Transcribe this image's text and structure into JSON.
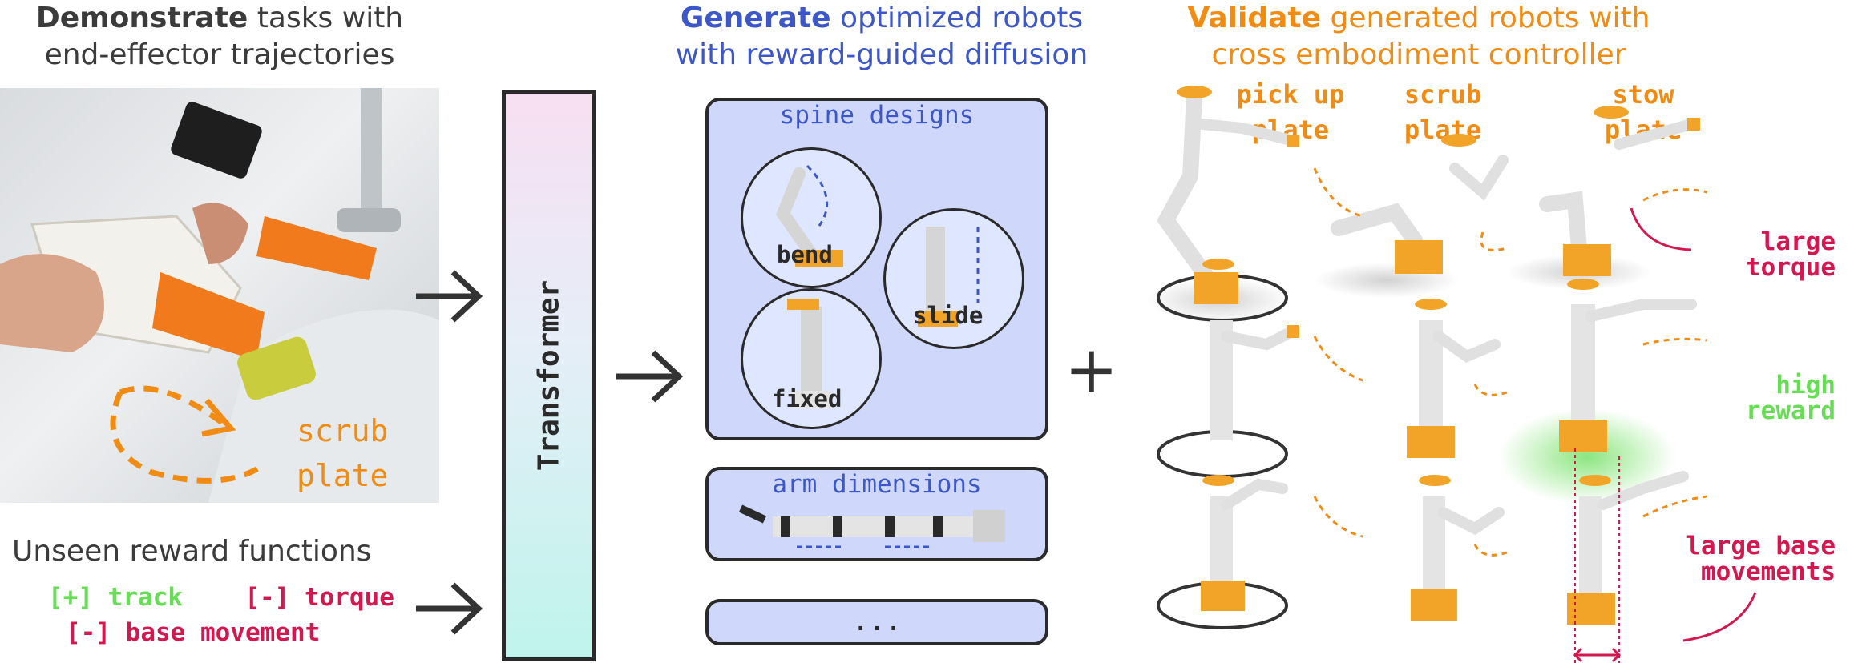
{
  "demonstrate": {
    "bold": "Demonstrate",
    "rest1": " tasks with",
    "line2": "end-effector trajectories"
  },
  "photo": {
    "label_line1": "scrub",
    "label_line2": "plate"
  },
  "unseen": {
    "title": "Unseen reward functions",
    "track": "[+] track",
    "torque": "[-] torque",
    "base": "[-] base movement"
  },
  "transformer": {
    "label": "Transformer"
  },
  "generate": {
    "bold": "Generate",
    "rest1": " optimized robots",
    "line2": "with reward-guided diffusion"
  },
  "spine": {
    "title": "spine designs",
    "bend": "bend",
    "slide": "slide",
    "fixed": "fixed"
  },
  "arm": {
    "title": "arm dimensions"
  },
  "more": {
    "label": "..."
  },
  "plus": {
    "label": "+"
  },
  "validate": {
    "bold": "Validate",
    "rest1": " generated robots with",
    "line2": "cross embodiment controller"
  },
  "tasks": {
    "pick_line1": "pick up",
    "pick_line2": "plate",
    "scrub_line1": "scrub",
    "scrub_line2": "plate",
    "stow_line1": "stow",
    "stow_line2": "plate"
  },
  "annotations": {
    "torque_line1": "large",
    "torque_line2": "torque",
    "reward_line1": "high",
    "reward_line2": "reward",
    "base_line1": "large base",
    "base_line2": "movements"
  },
  "colors": {
    "blue": "#3d57c8",
    "orange": "#f08c14",
    "green": "#66dd55",
    "crimson": "#d3174f",
    "panel": "#cfd8fb",
    "robot_body": "#e8e8e8",
    "robot_accent": "#f2a428"
  }
}
